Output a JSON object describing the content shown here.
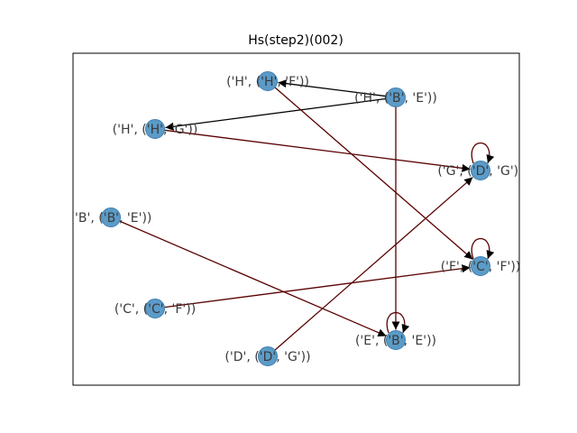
{
  "title": "Hs(step2)(002)",
  "nodes": [
    {
      "id": "n1",
      "label": "('H', ('H', 'F'))"
    },
    {
      "id": "n2",
      "label": "('H', ('B', 'E'))"
    },
    {
      "id": "n3",
      "label": "('H', ('H', 'G'))"
    },
    {
      "id": "n4",
      "label": "('G', ('D', 'G'))"
    },
    {
      "id": "n5",
      "label": "('B', ('B', 'E'))"
    },
    {
      "id": "n6",
      "label": "('F', ('C', 'F'))"
    },
    {
      "id": "n7",
      "label": "('C', ('C', 'F'))"
    },
    {
      "id": "n8",
      "label": "('E', ('B', 'E'))"
    },
    {
      "id": "n9",
      "label": "('D', ('D', 'G'))"
    }
  ],
  "edges": [
    {
      "from": "n2",
      "to": "n1"
    },
    {
      "from": "n2",
      "to": "n3"
    },
    {
      "from": "n2",
      "to": "n8"
    },
    {
      "from": "n1",
      "to": "n6"
    },
    {
      "from": "n3",
      "to": "n4"
    },
    {
      "from": "n5",
      "to": "n8"
    },
    {
      "from": "n7",
      "to": "n6"
    },
    {
      "from": "n9",
      "to": "n4"
    },
    {
      "from": "n4",
      "to": "n4"
    },
    {
      "from": "n6",
      "to": "n6"
    },
    {
      "from": "n8",
      "to": "n8"
    }
  ]
}
